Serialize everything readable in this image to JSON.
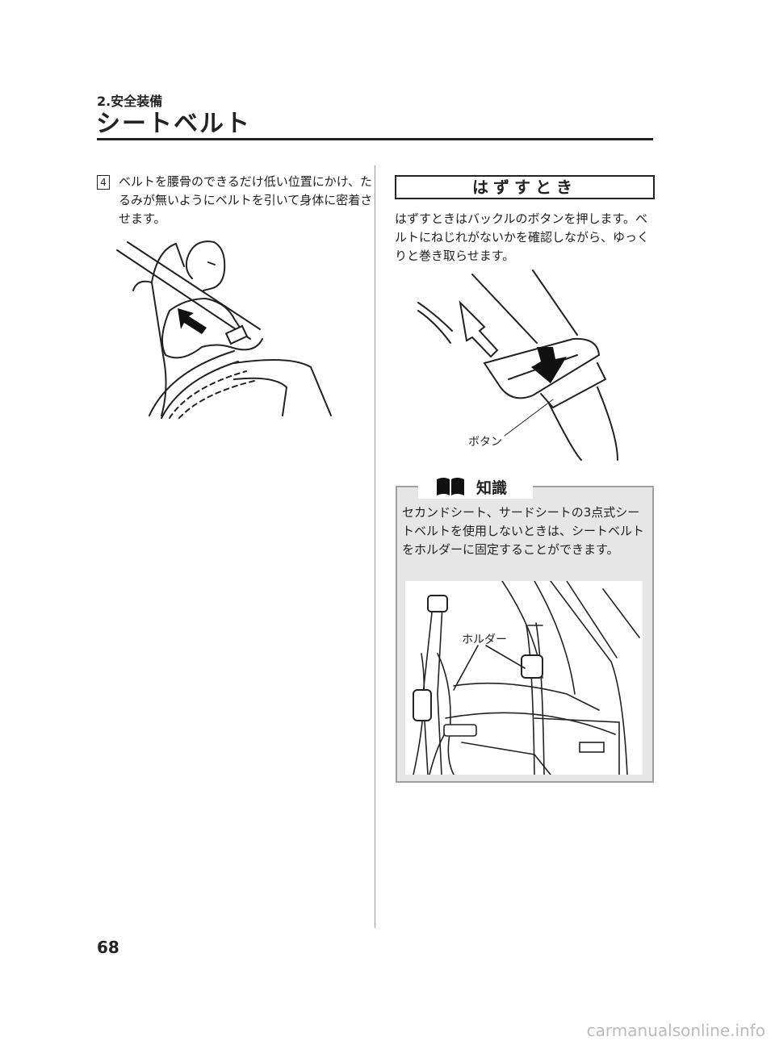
{
  "header": {
    "section_label": "2.安全装備",
    "title": "シートベルト"
  },
  "step": {
    "number": "4",
    "text": "ベルトを腰骨のできるだけ低い位置にかけ、たるみが無いようにベルトを引いて身体に密着させます。"
  },
  "release": {
    "heading": "はずすとき",
    "text": "はずすときはバックルのボタンを押します。ベルトにねじれがないかを確認しながら、ゆっくりと巻き取らせます。",
    "button_label": "ボタン"
  },
  "note": {
    "title": "知識",
    "icon": "book-icon",
    "text": "セカンドシート、サードシートの3点式シートベルトを使用しないときは、シートベルトをホルダーに固定することができます。",
    "holder_label": "ホルダー"
  },
  "page_number": "68",
  "watermark": "carmanualsonline.info"
}
